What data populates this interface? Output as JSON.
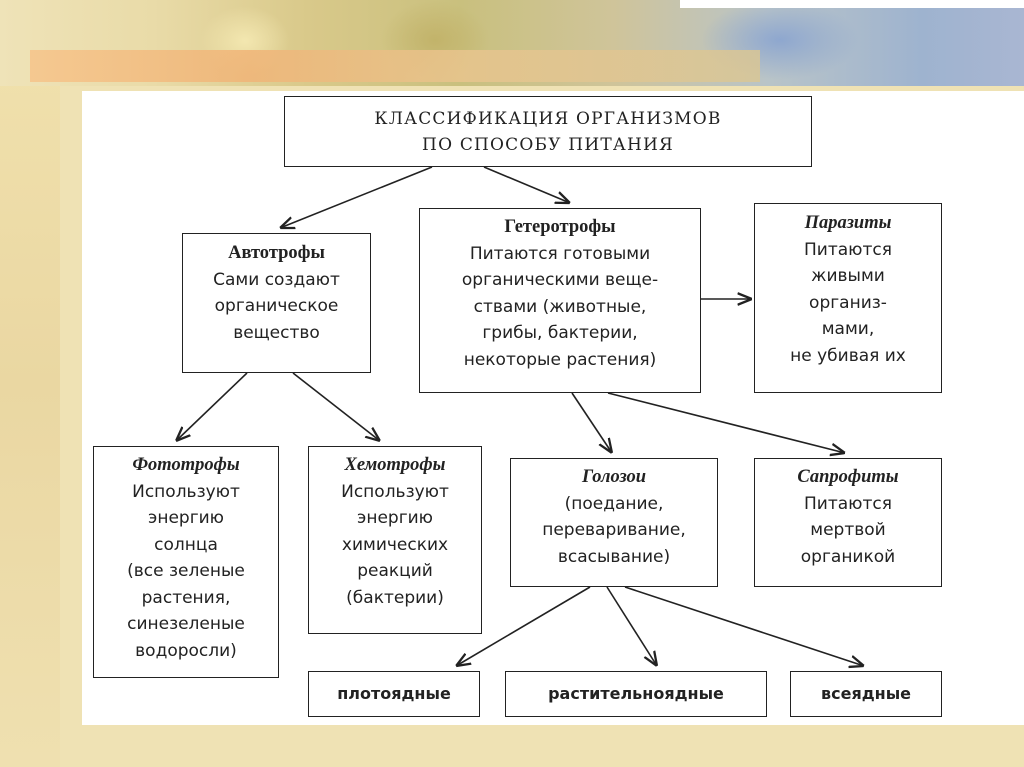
{
  "title": {
    "lines": [
      "КЛАССИФИКАЦИЯ ОРГАНИЗМОВ",
      "ПО СПОСОБУ ПИТАНИЯ"
    ]
  },
  "autotrophs": {
    "heading": "Автотрофы",
    "lines": [
      "Сами создают",
      "органическое",
      "вещество"
    ]
  },
  "heterotrophs": {
    "heading": "Гетеротрофы",
    "lines": [
      "Питаются готовыми",
      "органическими веще-",
      "ствами (животные,",
      "грибы, бактерии,",
      "некоторые растения)"
    ]
  },
  "parasites": {
    "heading": "Паразиты",
    "lines": [
      "Питаются",
      "живыми",
      "организ-",
      "мами,",
      "не убивая их"
    ]
  },
  "phototrophs": {
    "heading": "Фототрофы",
    "lines": [
      "Используют",
      "энергию",
      "солнца",
      "(все зеленые",
      "растения,",
      "синезеленые",
      "водоросли)"
    ]
  },
  "chemotrophs": {
    "heading": "Хемотрофы",
    "lines": [
      "Используют",
      "энергию",
      "химических",
      "реакций",
      "(бактерии)"
    ]
  },
  "holozoa": {
    "heading": "Голозои",
    "lines": [
      "(поедание,",
      "переваривание,",
      "всасывание)"
    ]
  },
  "saprophytes": {
    "heading": "Сапрофиты",
    "lines": [
      "Питаются",
      "мертвой",
      "органикой"
    ]
  },
  "leaves": {
    "carnivores": "плотоядные",
    "herbivores": "растительноядные",
    "omnivores": "всеядные"
  }
}
